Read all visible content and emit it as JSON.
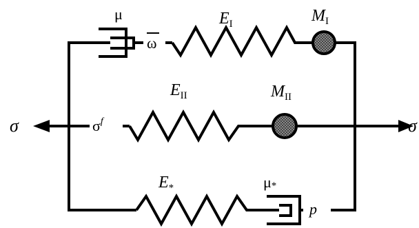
{
  "labels": {
    "mu": "μ",
    "omega_bar": "ω",
    "E_I": "E",
    "E_I_sub": "I",
    "M_I": "M",
    "M_I_sub": "I",
    "E_II": "E",
    "E_II_sub": "II",
    "M_II": "M",
    "M_II_sub": "II",
    "sigma_f": "σ",
    "sigma_f_sup": "f",
    "sigma_left": "σ",
    "sigma_right": "σ",
    "E_star": "E",
    "E_star_sub": "*",
    "mu_star": "μ",
    "mu_star_sub": "*",
    "p": "p"
  },
  "colors": {
    "line": "#000000",
    "mass_fill": "#8c8c8c",
    "background": "#ffffff"
  }
}
